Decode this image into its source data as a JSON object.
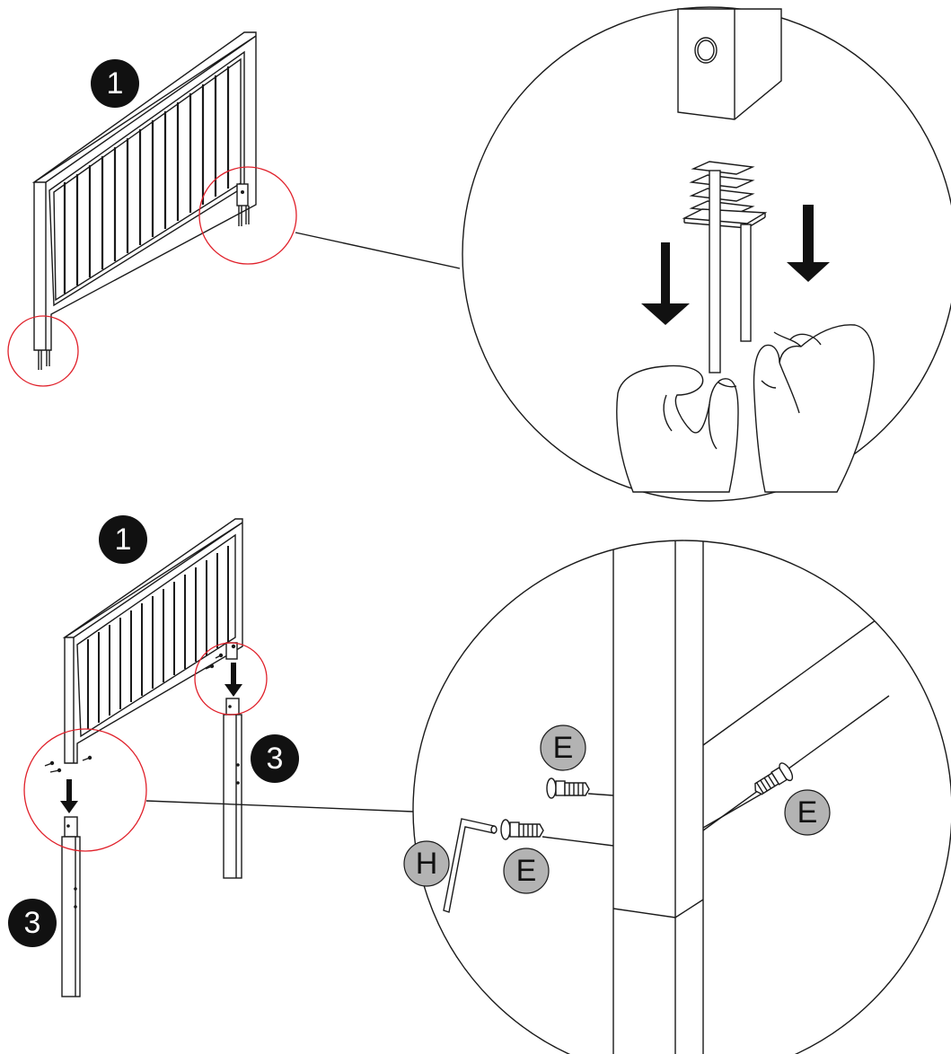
{
  "step_badges": [
    {
      "label": "1"
    },
    {
      "label": "1"
    },
    {
      "label": "3"
    },
    {
      "label": "3"
    }
  ],
  "part_labels": [
    {
      "label": "E"
    },
    {
      "label": "E"
    },
    {
      "label": "E"
    },
    {
      "label": "H"
    }
  ],
  "colors": {
    "highlight_circle": "#e0202a",
    "badge_fill": "#111111",
    "part_badge_fill": "#b3b3b3",
    "line": "#1a1a1a"
  }
}
